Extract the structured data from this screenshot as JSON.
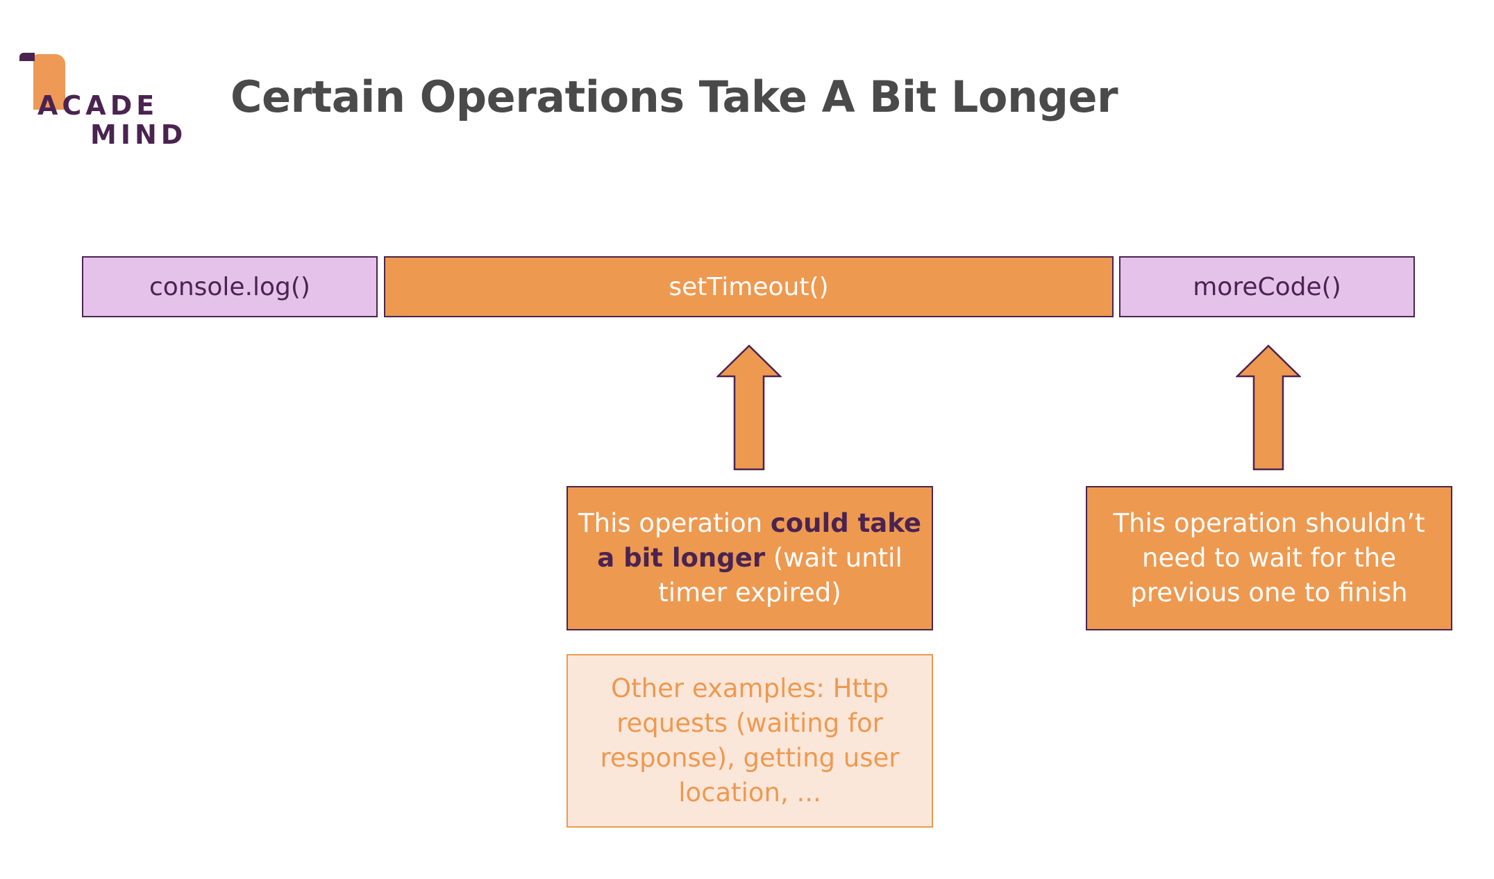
{
  "logo": {
    "line1": "ACADE",
    "line2": "MIND"
  },
  "title": "Certain Operations Take A Bit Longer",
  "timeline": {
    "console": "console.log()",
    "timeout": "setTimeout()",
    "more": "moreCode()"
  },
  "notes": {
    "timeout": {
      "part1": "This operation ",
      "strong": "could take a bit longer",
      "part2": " (wait until timer expired)"
    },
    "more": "This operation shouldn’t need to wait for the previous one to finish",
    "examples": "Other examples: Http requests (waiting for response), getting user location, ..."
  },
  "colors": {
    "purple_dark": "#4a2350",
    "purple_light": "#e5c2ea",
    "orange": "#ee9950",
    "orange_light": "#fbe7da",
    "title_gray": "#4a4a4a"
  }
}
